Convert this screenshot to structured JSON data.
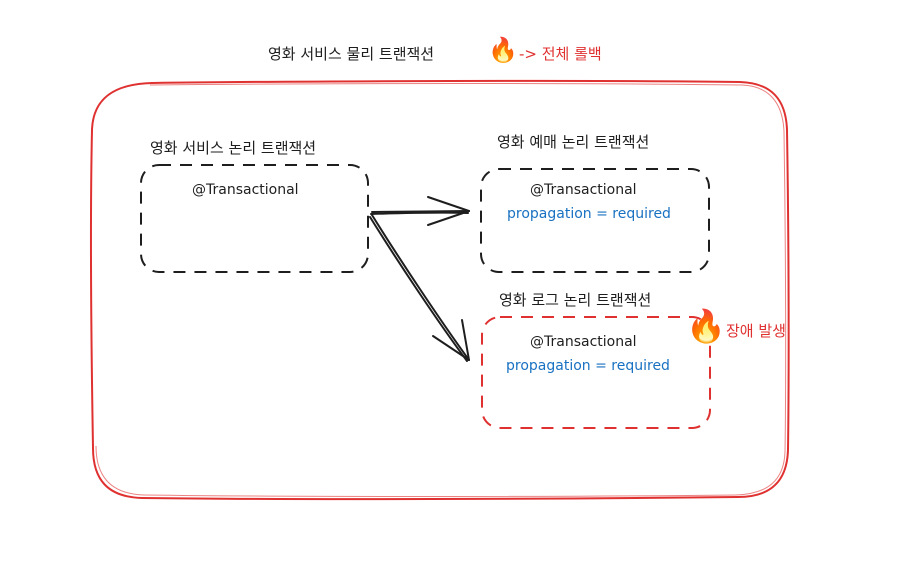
{
  "header": {
    "title": "영화 서비스 물리 트랜잭션",
    "fire_icon": "fire-icon",
    "result": "-> 전체 롤백"
  },
  "service_box": {
    "title": "영화 서비스 논리 트랜잭션",
    "annotation": "@Transactional"
  },
  "reservation_box": {
    "title": "영화 예매 논리 트랜잭션",
    "annotation": "@Transactional",
    "propagation": "propagation = required"
  },
  "log_box": {
    "title": "영화 로그 논리 트랜잭션",
    "annotation": "@Transactional",
    "propagation": "propagation = required",
    "fire_icon": "fire-icon",
    "error": "장애 발생"
  },
  "colors": {
    "stroke": "#1e1e1e",
    "red": "#e03131",
    "blue": "#1971c2"
  }
}
